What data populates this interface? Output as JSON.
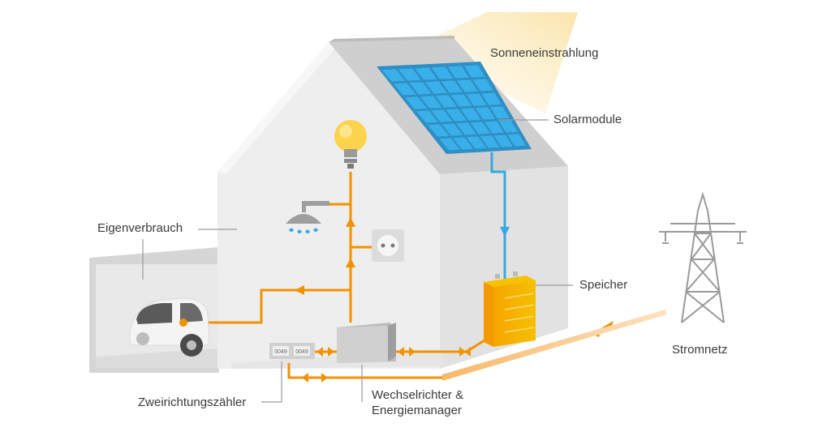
{
  "labels": {
    "sun": "Sonneneinstrahlung",
    "solar": "Solarmodule",
    "self_consumption": "Eigenverbrauch",
    "storage": "Speicher",
    "grid": "Stromnetz",
    "meter": "Zweirichtungszähler",
    "inverter_line1": "Wechselrichter &",
    "inverter_line2": "Energiemanager"
  },
  "meter_display": [
    "0049",
    "0049"
  ],
  "colors": {
    "flow_primary": "#f39200",
    "flow_secondary": "#f7c27a",
    "solar_line": "#35a9e0",
    "panel_cell": "#3ab0ea",
    "battery": "#f6a800",
    "wall": "#efefef",
    "roof": "#d0d0d0",
    "text": "#3a3a3a",
    "sunbeam": "#fbe7b0"
  }
}
